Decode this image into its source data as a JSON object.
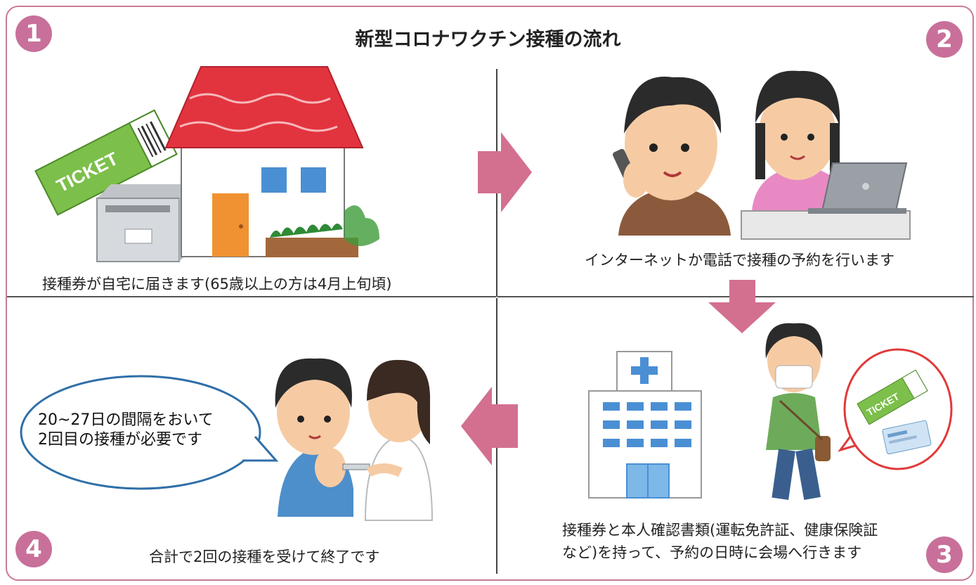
{
  "title": "新型コロナワクチン接種の流れ",
  "steps": [
    {
      "number": "1",
      "caption": "接種券が自宅に届きます(65歳以上の方は4月上旬頃)"
    },
    {
      "number": "2",
      "caption": "インターネットか電話で接種の予約を行います"
    },
    {
      "number": "3",
      "caption_line1": "接種券と本人確認書類(運転免許証、健康保険証",
      "caption_line2": "など)を持って、予約の日時に会場へ行きます"
    },
    {
      "number": "4",
      "caption": "合計で2回の接種を受けて終了です"
    }
  ],
  "bubble": {
    "line1": "20~27日の間隔をおいて",
    "line2": "2回目の接種が必要です"
  },
  "ticket_text": "TICKET",
  "colors": {
    "accent": "#c8709a",
    "arrow": "#d3708f",
    "bubble_border": "#2f6fa8",
    "circle_red": "#e03a3a"
  },
  "icons": [
    "ticket-icon",
    "house-icon",
    "mailbox-icon",
    "phone-person-icon",
    "laptop-person-icon",
    "hospital-icon",
    "masked-person-icon",
    "id-card-icon",
    "vaccination-icon"
  ]
}
